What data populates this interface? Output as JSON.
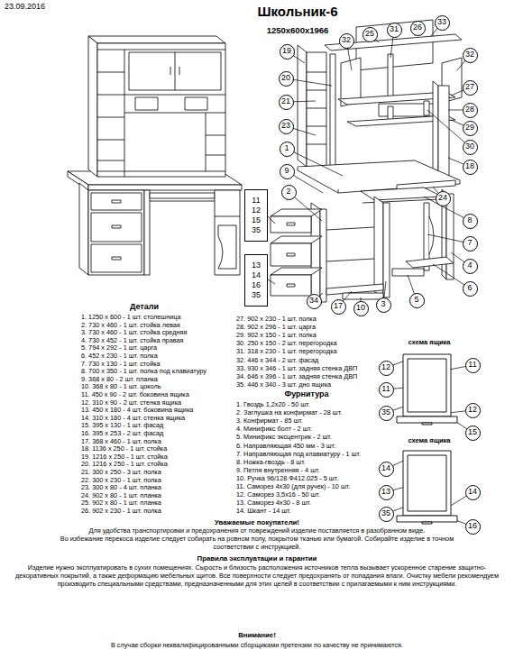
{
  "diagram": {
    "title": "Школьник-6",
    "nodes": [
      {
        "text": [
          "19"
        ]
      },
      {
        "text": [
          "32"
        ]
      },
      {
        "text": [
          "25"
        ]
      },
      {
        "text": [
          "31"
        ]
      },
      {
        "text": [
          "26"
        ]
      },
      {
        "text": [
          "33"
        ]
      },
      {
        "text": [
          "32"
        ]
      },
      {
        "text": [
          "20"
        ]
      },
      {
        "text": [
          "27"
        ]
      },
      {
        "text": [
          "21"
        ]
      },
      {
        "text": [
          "28"
        ]
      },
      {
        "text": [
          "23"
        ]
      },
      {
        "text": [
          "29"
        ]
      },
      {
        "text": [
          "30"
        ]
      },
      {
        "text": [
          "1"
        ]
      },
      {
        "text": [
          "18"
        ]
      },
      {
        "text": [
          "9"
        ]
      },
      {
        "text": [
          "2"
        ]
      },
      {
        "text": [
          "24"
        ]
      },
      {
        "text": [
          "11",
          "12",
          "15",
          "35"
        ]
      },
      {
        "text": [
          "13",
          "14",
          "16",
          "35"
        ]
      },
      {
        "text": [
          "8"
        ]
      },
      {
        "text": [
          "7"
        ]
      },
      {
        "text": [
          "4"
        ]
      },
      {
        "text": [
          "6"
        ]
      },
      {
        "text": [
          "5"
        ]
      },
      {
        "text": [
          "3"
        ]
      },
      {
        "text": [
          "10"
        ]
      },
      {
        "text": [
          "17"
        ]
      },
      {
        "text": [
          "34"
        ]
      },
      {
        "text": [
          "12"
        ]
      },
      {
        "text": [
          "11"
        ]
      },
      {
        "text": [
          "11"
        ]
      },
      {
        "text": [
          "12"
        ]
      },
      {
        "text": [
          "35"
        ]
      },
      {
        "text": [
          "15"
        ]
      },
      {
        "text": [
          "14"
        ]
      },
      {
        "text": [
          "14"
        ]
      },
      {
        "text": [
          "13"
        ]
      },
      {
        "text": [
          "35"
        ]
      },
      {
        "text": [
          "16"
        ]
      }
    ],
    "labels": [
      "23.09.2016",
      "1250x600x1966",
      "Детали",
      "1. 1250 x 600 - 1 шт. столешница",
      "2. 730 x 460 - 1 шт. стойка левая",
      "3. 730 x 460 - 1 шт. стойка средняя",
      "4. 730 x 452 - 1 шт. стойка правая",
      "5. 794 x 292 - 1 шт. царга",
      "6. 452 x 230 - 1 шт. полка",
      "7. 730 x 130 - 1 шт. стойка",
      "8. 700 x 350 - 1 шт. полка под клавиатуру",
      "9. 368 x 80 - 2 шт. планка",
      "10. 368 x 80 - 1 шт. цоколь",
      "11. 450 x 90 - 2 шт. боковина ящика",
      "12. 310 x 90 - 2 шт. стенка ящика",
      "13. 450 x 180 - 4 шт. боковина ящика",
      "14. 310 x 180 - 4 шт. стенка ящика",
      "15. 395 x 130 - 1 шт. фасад",
      "16. 395 x 253 - 2 шт. фасад",
      "17. 368 x 460 - 1 шт. полка",
      "18. 1136 x 250 - 1 шт. стойка",
      "19. 1216 x 250 - 1 шт. стойка",
      "20. 1216 x 250 - 1 шт. стойка",
      "21. 300 x 250 - 3 шт. полка",
      "22. 300 x 230 - 1 шт. полка",
      "23. 300 x 80 - 4 шт. планка",
      "24. 902 x 80 - 1 шт. планка",
      "25. 902 x 80 - 1 шт. планка",
      "26. 902 x 230 - 1 шт. полка",
      "27. 902 x 230 - 1 шт. полка",
      "28. 902 x 296 - 1 шт. царга",
      "29. 902 x 150 - 1 шт. полка",
      "30. 250 x 150 - 2 шт. перегородка",
      "31. 318 x 230 - 1 шт. перегородка",
      "32. 446 x 344 - 2 шт. фасад",
      "33. 930 x 346 - 1 шт. задняя стенка ДВП",
      "34. 646 x 396 - 1 шт. задняя стенка ДВП",
      "35. 446 x 340 - 3 шт. дно ящика",
      "Фурнитура",
      "1. Гвоздь 1,2x20 - 50 шт.",
      "2. Заглушка на конфирмат - 28 шт.",
      "3. Конфирмат - 85 шт.",
      "4. Минификс болт - 2 шт.",
      "5. Минификс эксцентрик - 2 шт.",
      "6. Направляющая 450 мм - 3 шт.",
      "7. Направляющая под клавиатуру - 1 шт.",
      "8. Ножка-гвоздь - 8 шт.",
      "9. Петля внутренняя - 4 шт.",
      "10. Ручка 96/128 Ф412.025 - 5 шт.",
      "11. Саморез 4х30 (для ручек) - 10 шт.",
      "12. Саморез 3,5x16 - 50 шт.",
      "13. Саморез 4х30 - 8 шт.",
      "14. Шкант - 14 шт.",
      "схема ящика",
      "схема ящика",
      "Уважаемые покупатели!",
      "Для удобства транспортировки и предохранения от повреждений изделие поставляется в разобранном виде.",
      "Во избежание перекоса изделие следует собирать на ровном полу, покрытом тканью или бумагой. Собирайте изделие в точном соответствии с инструкцией.",
      "Правила эксплуатации и гарантии",
      "Изделие нужно эксплуатировать в сухих помещениях. Сырость и близость расположения источников тепла вызывает ускоренное старение защитно-декоративных покрытий, а также деформацию мебельных щитов. Все поверхности следует предохранять от попадания влаги. Очистку мебели рекомендуем производить специальными средствами, предназначенными для этих целей в соответствии с прилагаемыми к ним инструкциями.",
      "Внимание!",
      "В случае сборки неквалифицированными сборщиками претензии по качеству не принимаются."
    ]
  }
}
